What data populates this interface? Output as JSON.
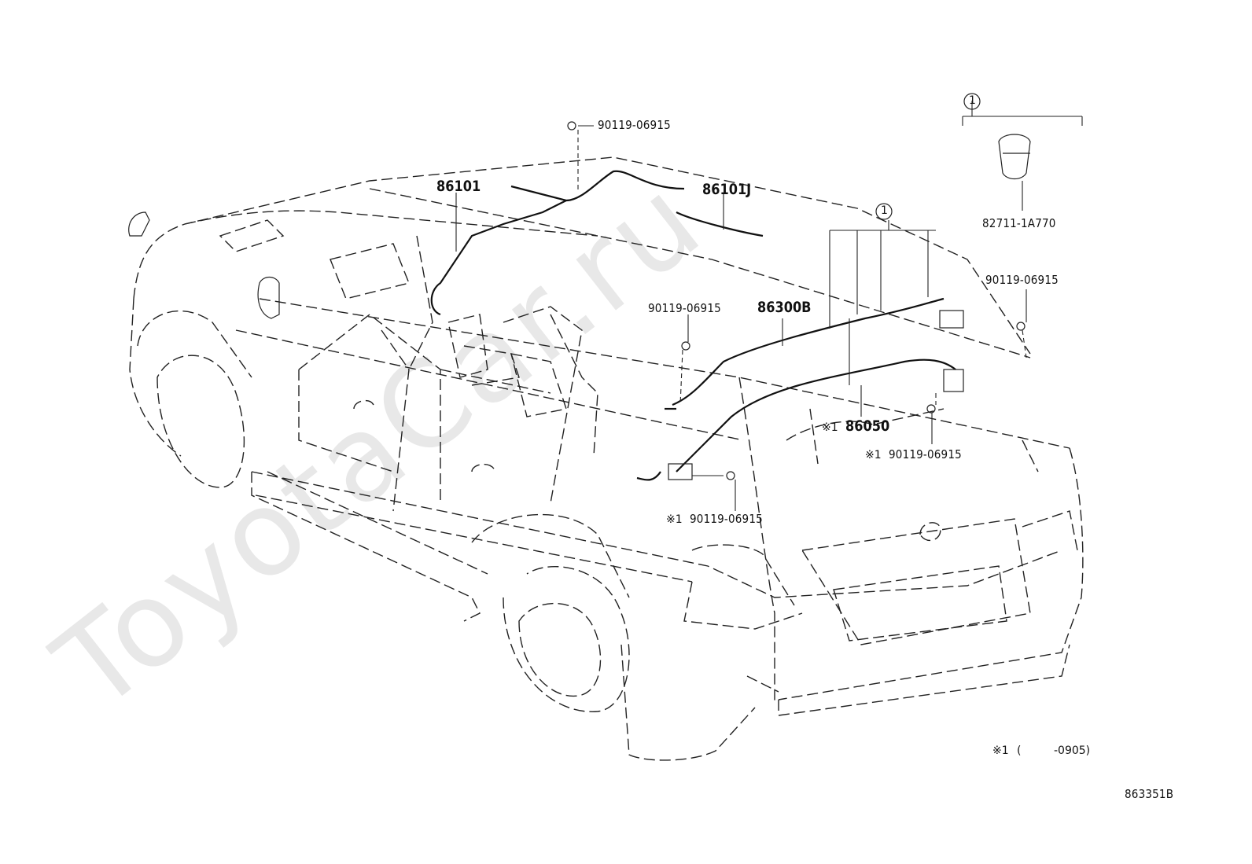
{
  "watermark": "ToyotaCar.ru",
  "parts": {
    "p86101": "86101",
    "p86101J": "86101J",
    "p86300B": "86300B",
    "p86050": "86050",
    "p82711": "82711-1A770",
    "bolt_top": "90119-06915",
    "bolt_mid": "90119-06915",
    "bolt_right": "90119-06915",
    "bolt_tailgate": "90119-06915",
    "bolt_lower": "90119-06915"
  },
  "marks": {
    "note_mark": "※1",
    "circle_1": "1"
  },
  "footnote": {
    "mark": "※1",
    "paren_open": "(",
    "range": "-0905)"
  },
  "figure_ref": "863351B"
}
